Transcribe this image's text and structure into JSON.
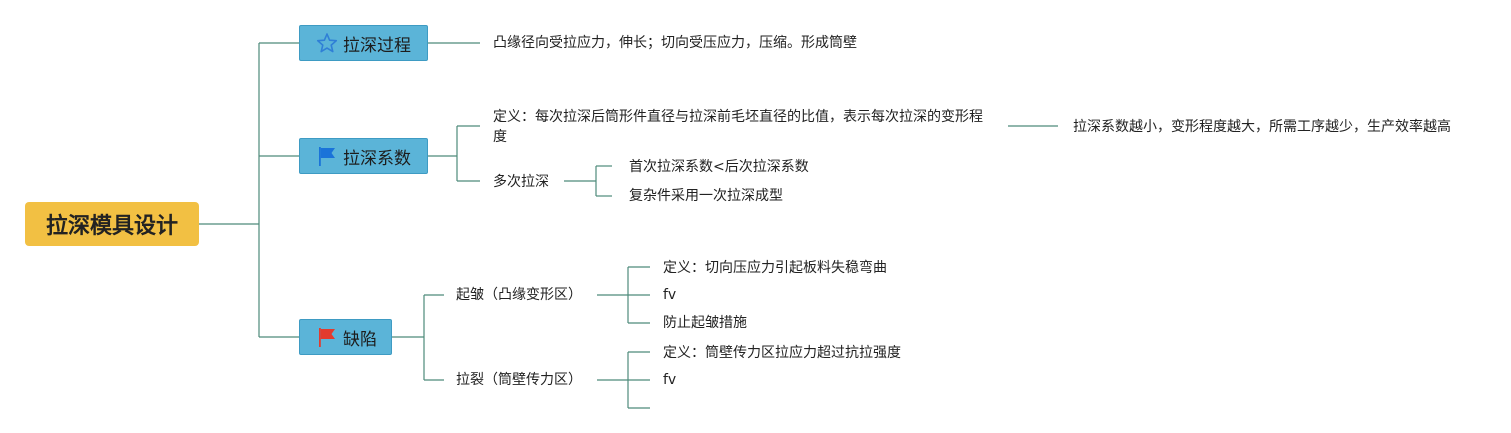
{
  "root": {
    "title": "拉深模具设计"
  },
  "branches": [
    {
      "label": "拉深过程",
      "icon": "star-icon",
      "children": [
        "凸缘径向受拉应力，伸长；切向受压应力，压缩。形成筒壁"
      ]
    },
    {
      "label": "拉深系数",
      "icon": "blue-flag-icon",
      "definition": "定义：每次拉深后筒形件直径与拉深前毛坯直径的比值，表示每次拉深的变形程度",
      "definition_note": "拉深系数越小，变形程度越大，所需工序越少，生产效率越高",
      "multi": {
        "label": "多次拉深",
        "children": [
          "首次拉深系数<后次拉深系数",
          "复杂件采用一次拉深成型"
        ]
      }
    },
    {
      "label": "缺陷",
      "icon": "red-flag-icon",
      "children": [
        {
          "label": "起皱（凸缘变形区）",
          "children": [
            "定义：切向压应力引起板料失稳弯曲",
            "fv",
            "防止起皱措施"
          ]
        },
        {
          "label": "拉裂（筒壁传力区）",
          "children": [
            "定义：筒壁传力区拉应力超过抗拉强度",
            "fv",
            ""
          ]
        }
      ]
    }
  ],
  "colors": {
    "root": "#f2c043",
    "branch": "#5bb4d8",
    "connector": "#4e8a7a",
    "star": "#2f7fd6",
    "blue_flag": "#1a73d9",
    "red_flag": "#e23b2e"
  }
}
